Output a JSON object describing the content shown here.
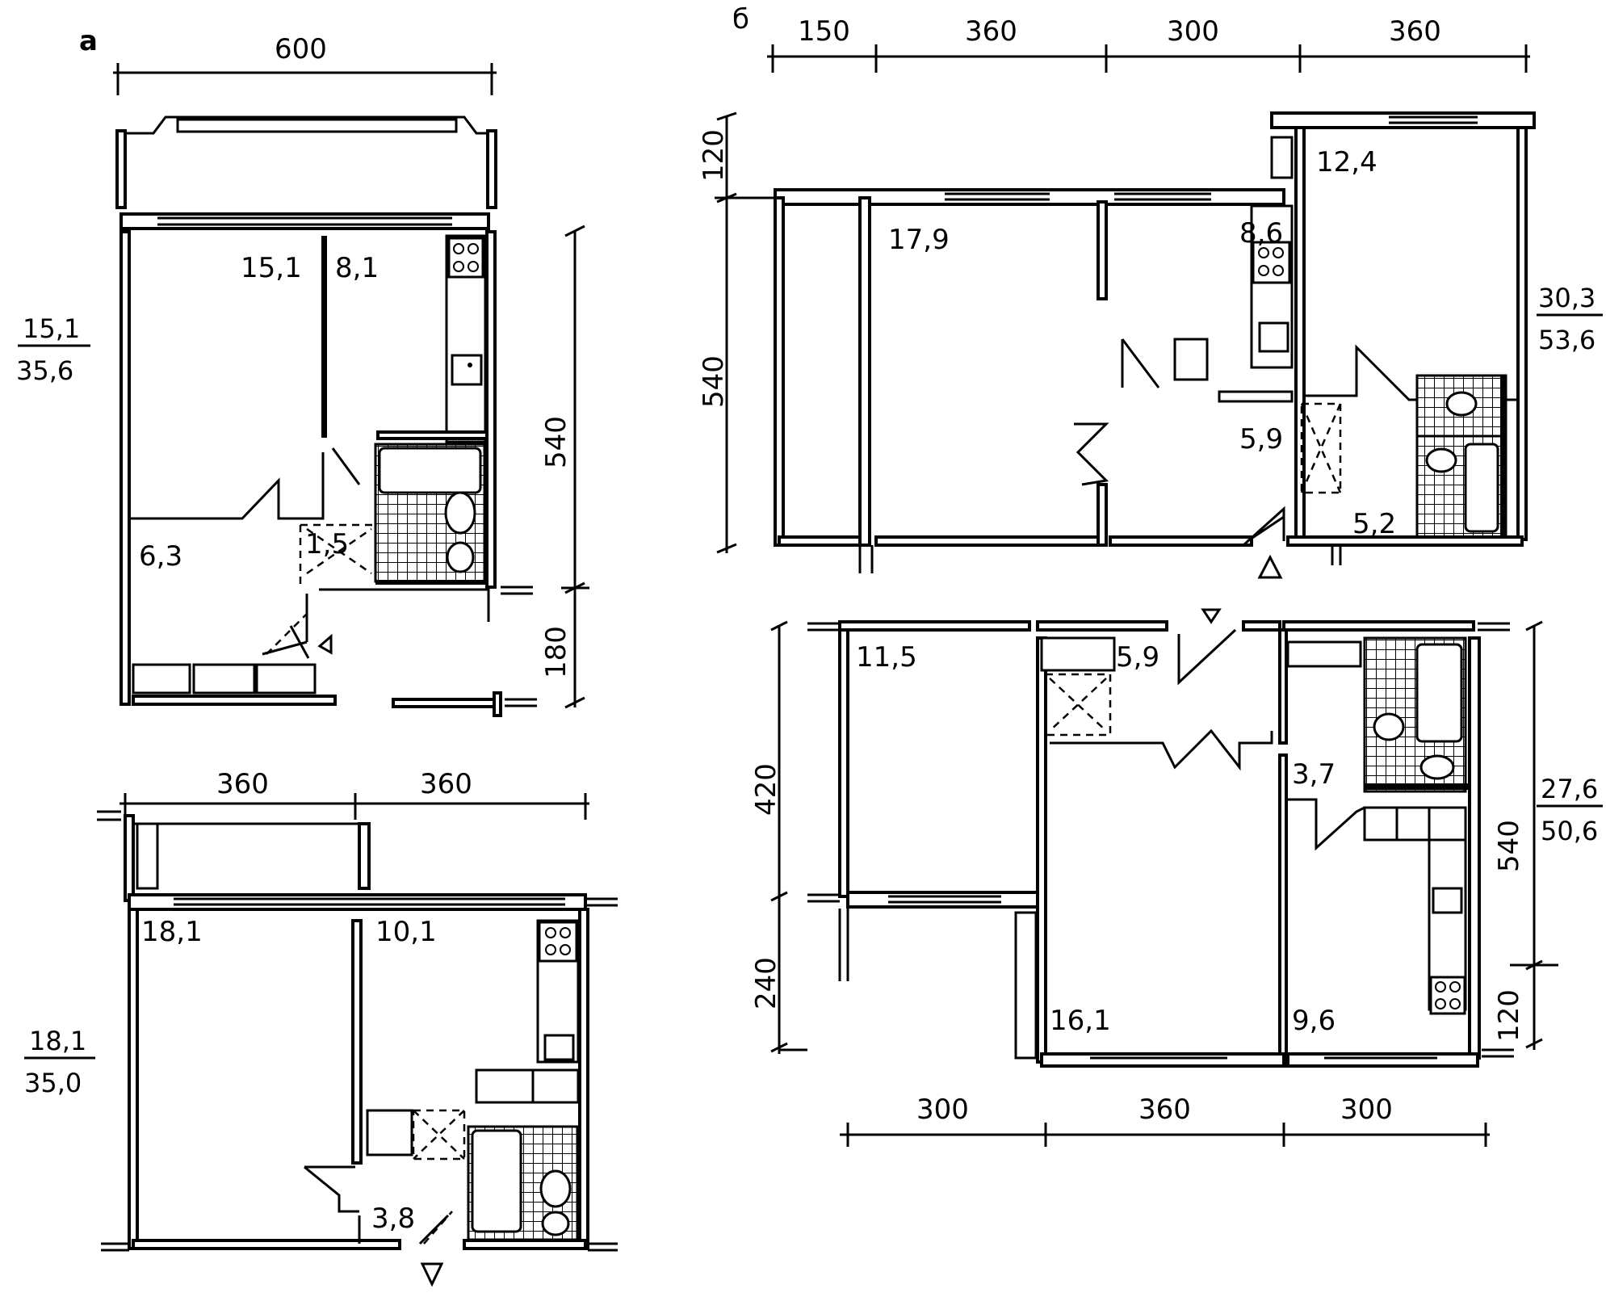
{
  "panels": {
    "a": "а",
    "b": "б"
  },
  "plan_a1": {
    "dims": {
      "top": "600",
      "right_main": "540",
      "right_loggia": "180"
    },
    "rooms": {
      "living": "15,1",
      "kitchen": "8,1",
      "hall": "6,3",
      "bath": "1,5"
    },
    "area_fraction": {
      "living": "15,1",
      "total": "35,6"
    }
  },
  "plan_a2": {
    "dims": {
      "top_left": "360",
      "top_right": "360"
    },
    "rooms": {
      "living": "18,1",
      "kitchen": "10,1",
      "hall": "3,8"
    },
    "area_fraction": {
      "living": "18,1",
      "total": "35,0"
    }
  },
  "plan_b1": {
    "dims": {
      "top_1": "150",
      "top_2": "360",
      "top_3": "300",
      "top_4": "360",
      "left_top": "120",
      "left_main": "540"
    },
    "rooms": {
      "big": "17,9",
      "kitchen": "8,6",
      "bedroom": "12,4",
      "hall": "5,9",
      "corridor": "5,2"
    },
    "area_fraction": {
      "living": "30,3",
      "total": "53,6"
    }
  },
  "plan_b2": {
    "dims": {
      "left_top": "420",
      "left_bottom": "240",
      "right_main": "540",
      "right_bottom": "120",
      "bottom_1": "300",
      "bottom_2": "360",
      "bottom_3": "300"
    },
    "rooms": {
      "room_a": "11,5",
      "hall": "5,9",
      "corridor": "3,7",
      "room_b": "16,1",
      "kitchen": "9,6"
    },
    "area_fraction": {
      "living": "27,6",
      "total": "50,6"
    }
  },
  "icons": [
    "entrance-arrow-icon",
    "stove-icon",
    "sink-icon",
    "bathtub-icon",
    "toilet-icon"
  ]
}
